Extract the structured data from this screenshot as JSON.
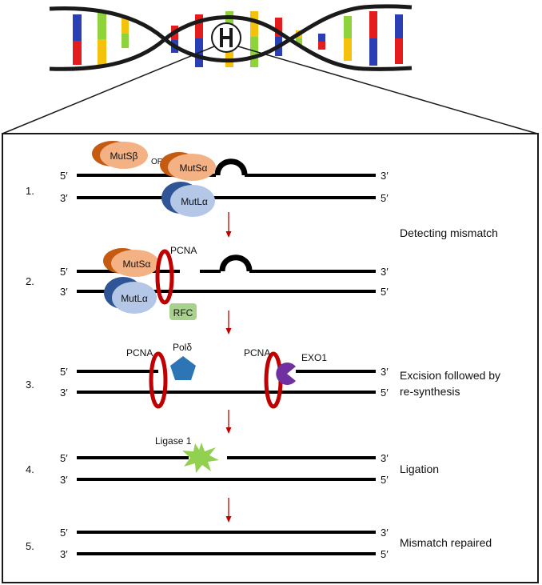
{
  "step_numbers": [
    "1.",
    "2.",
    "3.",
    "4.",
    "5."
  ],
  "strand_ends": {
    "five_prime": "5′",
    "three_prime": "3′"
  },
  "proteins": {
    "muts_beta": "MutSβ",
    "or_label": "OR",
    "muts_alpha": "MutSα",
    "mutl_alpha": "MutLα",
    "pcna": "PCNA",
    "rfc": "RFC",
    "pol_delta": "Polδ",
    "exo1": "EXO1",
    "ligase1": "Ligase 1"
  },
  "step_descriptions": {
    "detecting": "Detecting mismatch",
    "excision_line1": "Excision followed by",
    "excision_line2": "re-synthesis",
    "ligation": "Ligation",
    "repaired": "Mismatch repaired"
  },
  "colors": {
    "dna_strand": "#000000",
    "arrow": "#c00000",
    "pcna_ring": "#c00000",
    "muts_front": "#f4b183",
    "muts_back": "#c55a11",
    "mutl_front": "#b4c7e7",
    "mutl_back": "#2f5597",
    "rfc": "#a9d18e",
    "pol_delta": "#2e75b6",
    "exo1": "#7030a0",
    "ligase": "#92d050",
    "base_red": "#e31d1d",
    "base_blue": "#2b3fb5",
    "base_yellow": "#f4c20d",
    "base_green": "#8ed33b"
  }
}
